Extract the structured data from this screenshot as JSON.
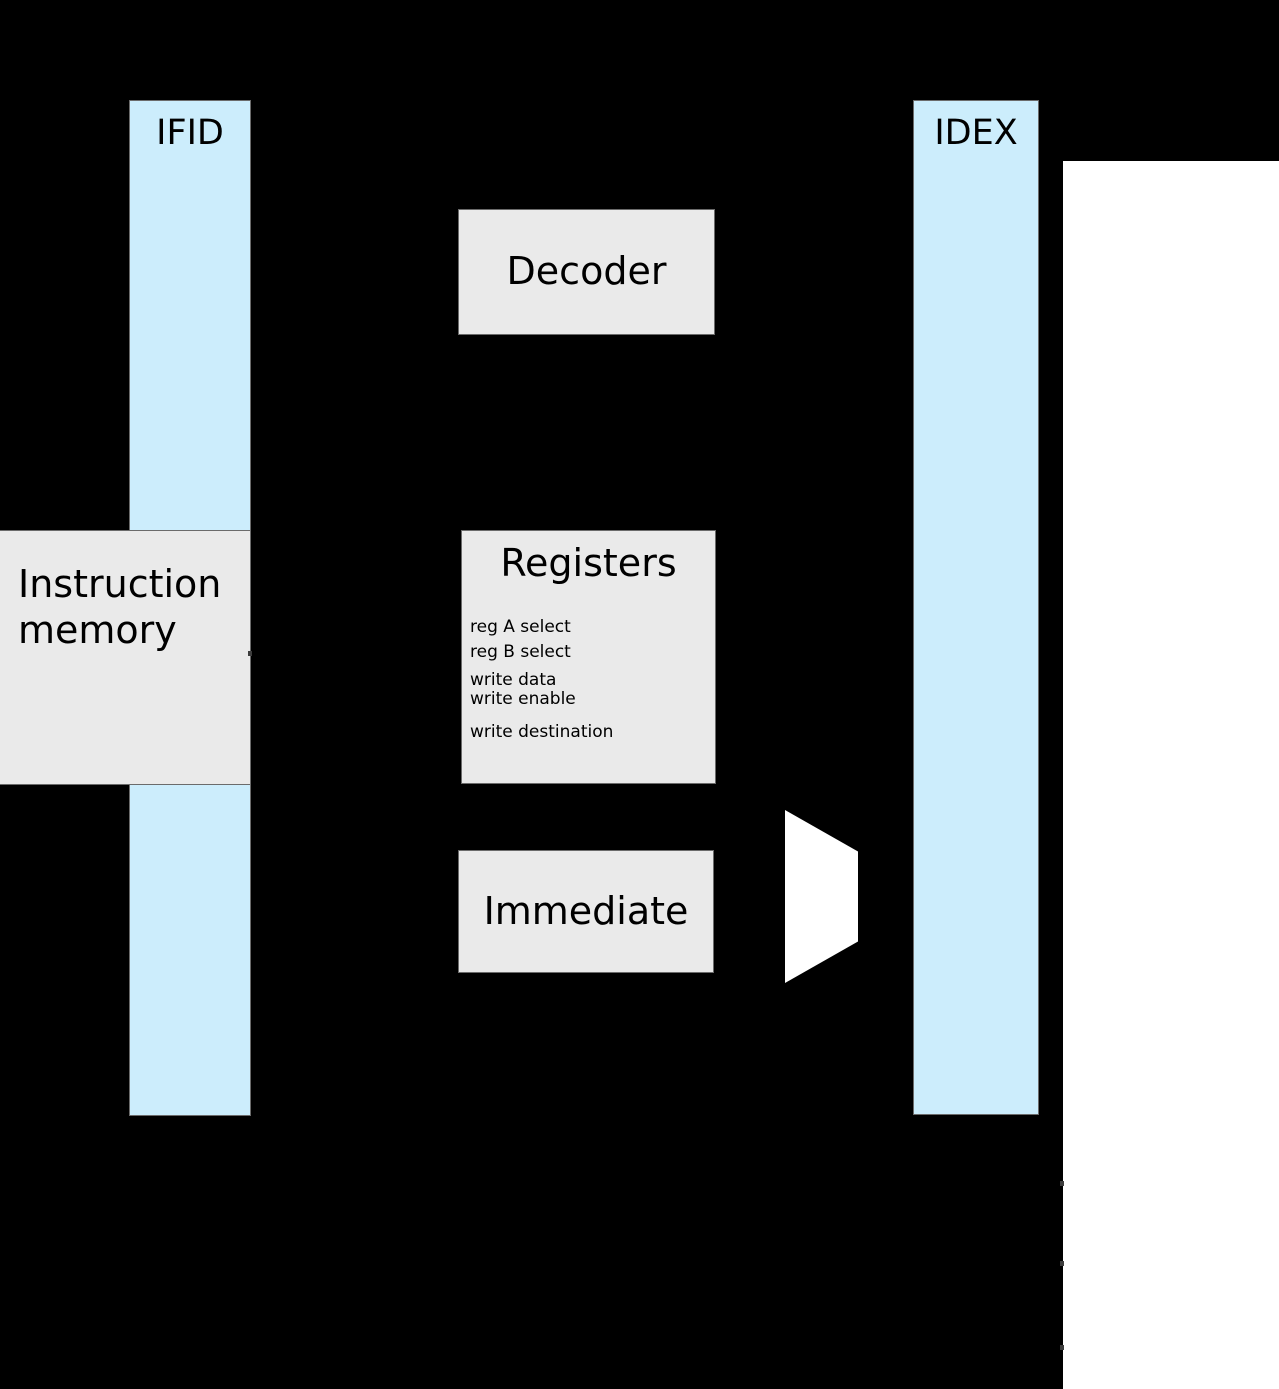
{
  "diagram": {
    "title": "CPU pipeline instruction decode stage",
    "colors": {
      "background": "#000000",
      "panel": "#ffffff",
      "pipeline_register": "#ccedfc",
      "unit": "#eaeaea",
      "stroke": "#6b6b6b",
      "mux": "#ffffff"
    },
    "pipeline_registers": [
      {
        "id": "ifid",
        "label": "IFID"
      },
      {
        "id": "idex",
        "label": "IDEX"
      }
    ],
    "units": [
      {
        "id": "instruction-memory",
        "label": "Instruction\nmemory"
      },
      {
        "id": "decoder",
        "label": "Decoder"
      },
      {
        "id": "registers",
        "label": "Registers"
      },
      {
        "id": "immediate",
        "label": "Immediate"
      }
    ],
    "registers_ports": [
      {
        "label": "reg A select"
      },
      {
        "label": "reg B select"
      },
      {
        "label": "write data"
      },
      {
        "label": "write enable"
      },
      {
        "label": "write destination"
      }
    ],
    "mux": {
      "id": "operand-mux",
      "label": ""
    }
  }
}
